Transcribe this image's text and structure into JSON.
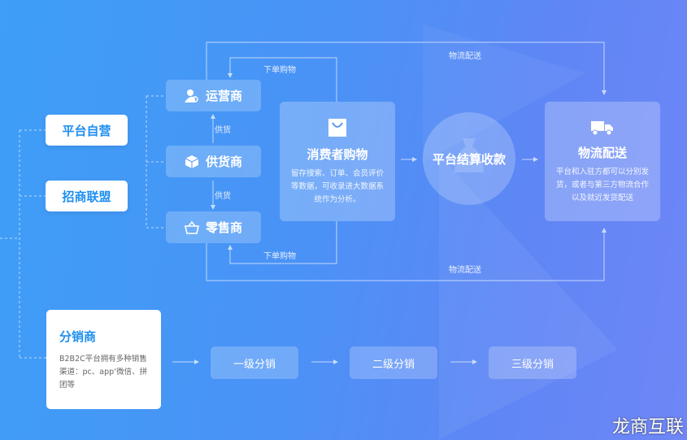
{
  "left_boxes": {
    "self_operated": "平台自营",
    "merchant_alliance": "招商联盟"
  },
  "roles": {
    "operator": "运营商",
    "supplier": "供货商",
    "retailer": "零售商",
    "supply_label_1": "供货",
    "supply_label_2": "供货"
  },
  "flow_labels": {
    "order_top": "下单购物",
    "order_bottom": "下单购物",
    "logistics_top": "物流配送",
    "logistics_bottom": "物流配送"
  },
  "consumer": {
    "title": "消费者购物",
    "desc": "留存搜索、订单、会员评价等数据，可收录进大数据系统作为分析。"
  },
  "settlement": {
    "title": "平台结算收款"
  },
  "logistics": {
    "title": "物流配送",
    "desc": "平台和入驻方都可以分别发货，或者与第三方物流合作以及就近发货配送"
  },
  "distributor": {
    "title": "分销商",
    "desc": "B2B2C平台拥有多种销售渠道：pc、app‘微信、拼团等"
  },
  "levels": [
    "一级分销",
    "二级分销",
    "三级分销"
  ],
  "watermark": "龙商互联"
}
